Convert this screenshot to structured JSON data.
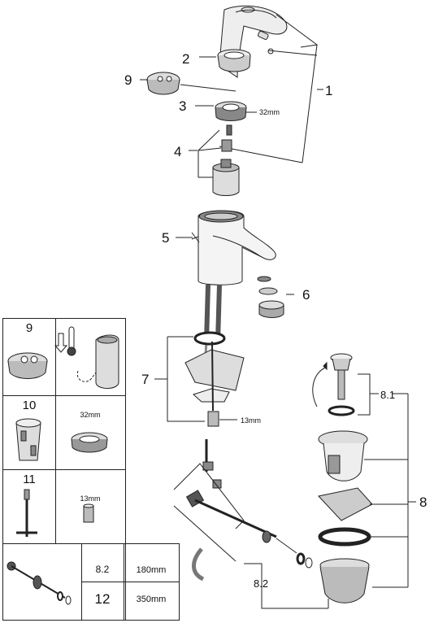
{
  "callouts": {
    "c1": "1",
    "c2": "2",
    "c3": "3",
    "c4": "4",
    "c5": "5",
    "c6": "6",
    "c7": "7",
    "c8": "8",
    "c8_1": "8.1",
    "c8_2": "8.2",
    "c9": "9"
  },
  "sizes": {
    "nut_main": "32mm",
    "nut_small": "13mm"
  },
  "legend": {
    "row9": {
      "num": "9"
    },
    "row10": {
      "num": "10",
      "size": "32mm"
    },
    "row11": {
      "num": "11",
      "size": "13mm"
    },
    "rod_table": [
      {
        "num": "8.2",
        "length": "180mm"
      },
      {
        "num": "12",
        "length": "350mm"
      }
    ]
  }
}
